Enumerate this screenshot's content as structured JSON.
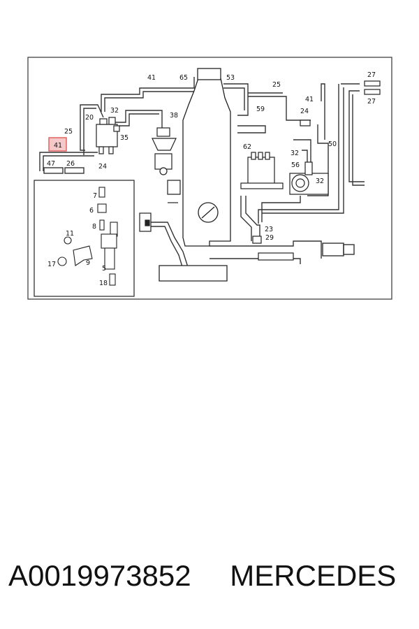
{
  "diagram": {
    "callouts": [
      "65",
      "53",
      "41",
      "25",
      "27",
      "27",
      "41",
      "24",
      "20",
      "32",
      "59",
      "38",
      "35",
      "25",
      "41",
      "62",
      "50",
      "47",
      "26",
      "24",
      "32",
      "56",
      "32",
      "7",
      "6",
      "8",
      "11",
      "17",
      "9",
      "5",
      "18",
      "23",
      "29"
    ],
    "highlight_color": "#e05a5a",
    "line_color": "#222222"
  },
  "caption": {
    "part_number": "A0019973852",
    "brand": "MERCEDES"
  }
}
